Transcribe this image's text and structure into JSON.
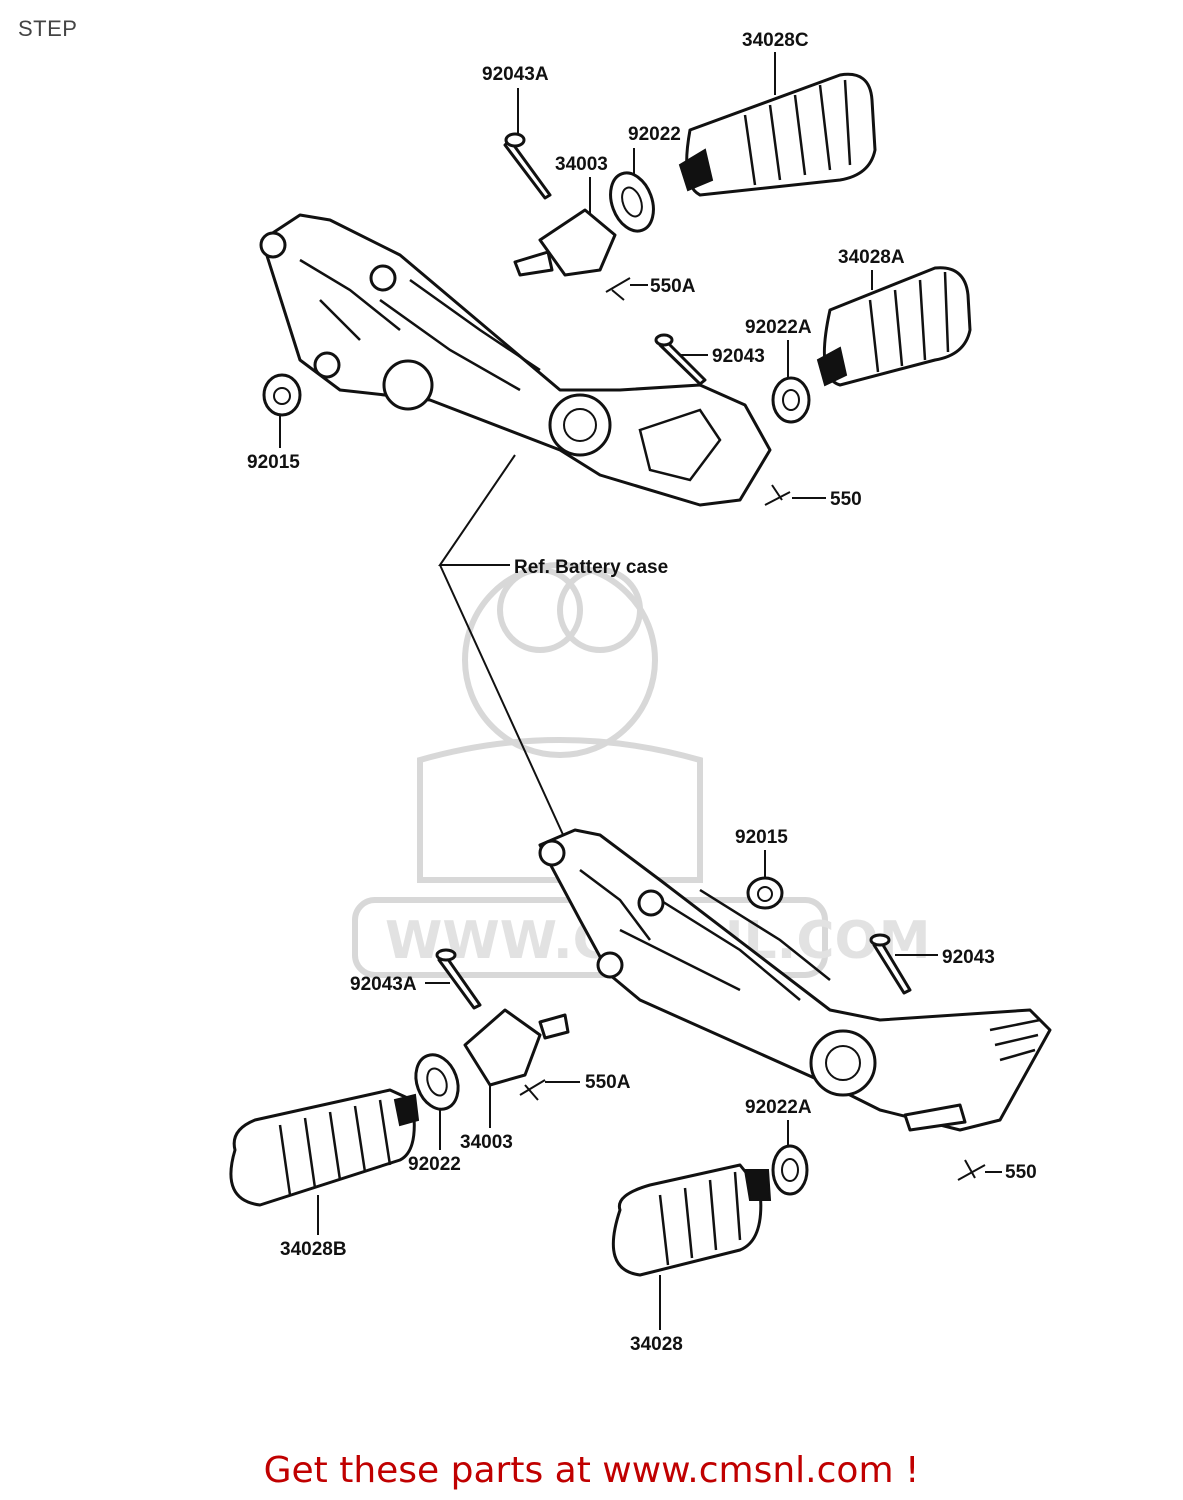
{
  "page": {
    "title": "STEP"
  },
  "watermark": {
    "text": "WWW.CMSNL.COM"
  },
  "footer": {
    "text": "Get these parts at www.cmsnl.com !"
  },
  "labels": {
    "top_34028C": "34028C",
    "top_92043A": "92043A",
    "top_92022": "92022",
    "top_34003": "34003",
    "top_550A": "550A",
    "top_34028A": "34028A",
    "top_92022A": "92022A",
    "top_92043": "92043",
    "top_92015": "92015",
    "top_550": "550",
    "ref": "Ref. Battery case",
    "bot_92015": "92015",
    "bot_92043": "92043",
    "bot_92043A": "92043A",
    "bot_550A": "550A",
    "bot_92022A": "92022A",
    "bot_34003": "34003",
    "bot_92022": "92022",
    "bot_550": "550",
    "bot_34028B": "34028B",
    "bot_34028": "34028"
  },
  "colors": {
    "footer": "#c00000",
    "line": "#111111",
    "watermark": "#d8d8d8"
  }
}
